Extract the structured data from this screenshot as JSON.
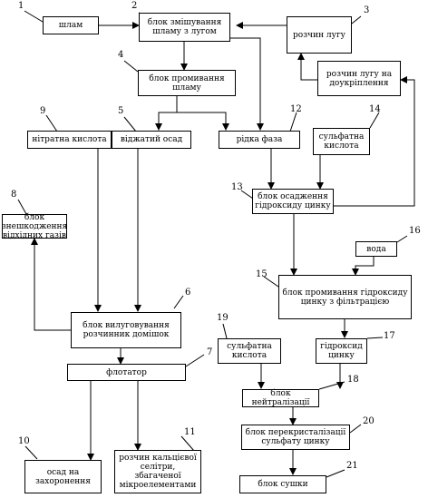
{
  "boxes": {
    "b1": "шлам",
    "b2": "блок змішування\nшламу з лугом",
    "b3": "розчин лугу",
    "b3a": "розчин лугу на\nдоукріплення",
    "b4": "блок промивання\nшламу",
    "b9": "нітратна кислота",
    "b5": "віджатий осад",
    "b12": "рідка фаза",
    "b14": "сульфатна\nкислота",
    "b8": "блок\nзнешкодження\nвідхідних газів",
    "b13": "блок осадження\nгідроксиду цинку",
    "b16": "вода",
    "b15": "блок промивання гідроксиду\nцинку з фільтрацією",
    "b6": "блок вилуговування\nрозчинник домішок",
    "b19": "сульфатна\nкислота",
    "b17": "гідроксид\nцинку",
    "b7": "флотатор",
    "b18": "блок нейтралізації",
    "b20": "блок перекристалізації\nсульфату цинку",
    "b10": "осад на\nзахоронення",
    "b11": "розчин кальцієвої\nселітри, збагаченої\nмікроелементами",
    "b21": "блок сушки"
  },
  "numbers": {
    "n1": "1",
    "n2": "2",
    "n3": "3",
    "n4": "4",
    "n5": "5",
    "n6": "6",
    "n7": "7",
    "n8": "8",
    "n9": "9",
    "n10": "10",
    "n11": "11",
    "n12": "12",
    "n13": "13",
    "n14": "14",
    "n15": "15",
    "n16": "16",
    "n17": "17",
    "n18": "18",
    "n19": "19",
    "n20": "20",
    "n21": "21"
  }
}
